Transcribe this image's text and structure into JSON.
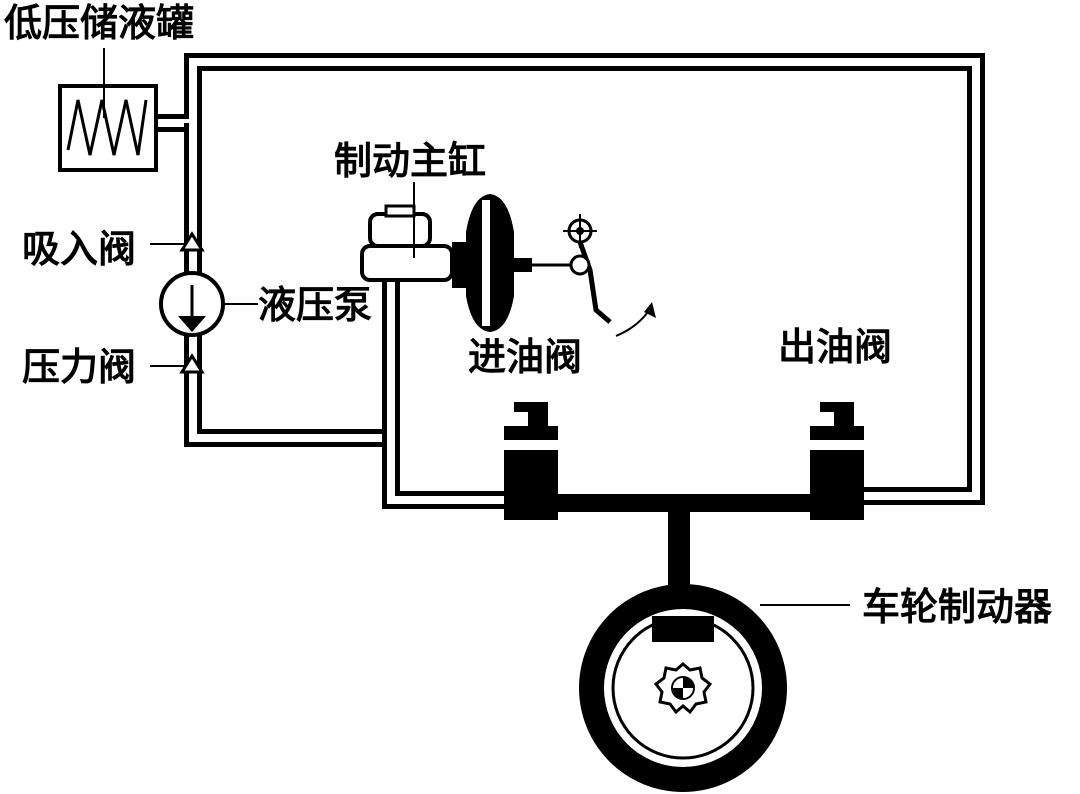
{
  "labels": {
    "reservoir": "低压储液罐",
    "master_cylinder": "制动主缸",
    "suction_valve": "吸入阀",
    "pump": "液压泵",
    "pressure_valve": "压力阀",
    "inlet_valve": "进油阀",
    "outlet_valve": "出油阀",
    "wheel_brake": "车轮制动器"
  }
}
